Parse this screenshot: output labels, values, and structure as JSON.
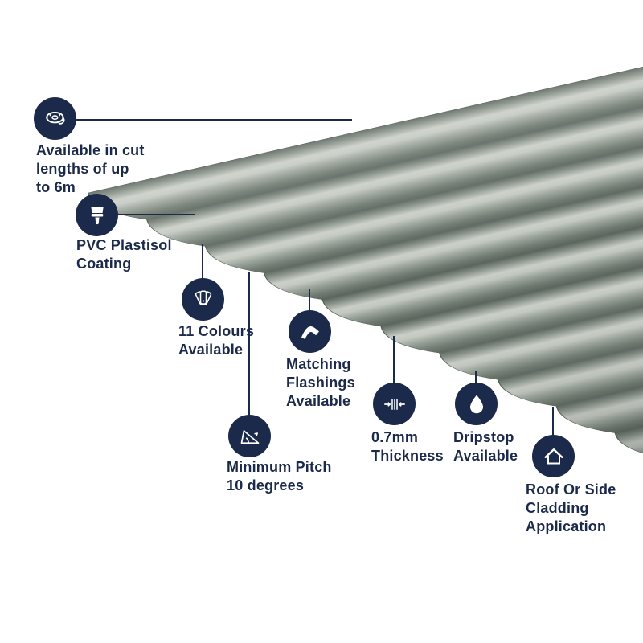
{
  "colors": {
    "accent_navy": "#1b2a4a",
    "sheet_light": "#c9cec6",
    "sheet_mid": "#9aa39a",
    "sheet_dark": "#59635b",
    "background": "#ffffff"
  },
  "features": [
    {
      "icon": "tape-measure-icon",
      "label": "Available in cut\nlengths of up\nto 6m"
    },
    {
      "icon": "paintbrush-icon",
      "label": "PVC Plastisol\nCoating"
    },
    {
      "icon": "colour-swatch-icon",
      "label": "11 Colours\nAvailable"
    },
    {
      "icon": "flashing-icon",
      "label": "Matching\nFlashings\nAvailable"
    },
    {
      "icon": "pitch-angle-icon",
      "label": "Minimum Pitch\n10 degrees"
    },
    {
      "icon": "thickness-icon",
      "label": "0.7mm\nThickness"
    },
    {
      "icon": "droplet-icon",
      "label": "Dripstop\nAvailable"
    },
    {
      "icon": "house-icon",
      "label": "Roof Or Side\nCladding\nApplication"
    }
  ]
}
